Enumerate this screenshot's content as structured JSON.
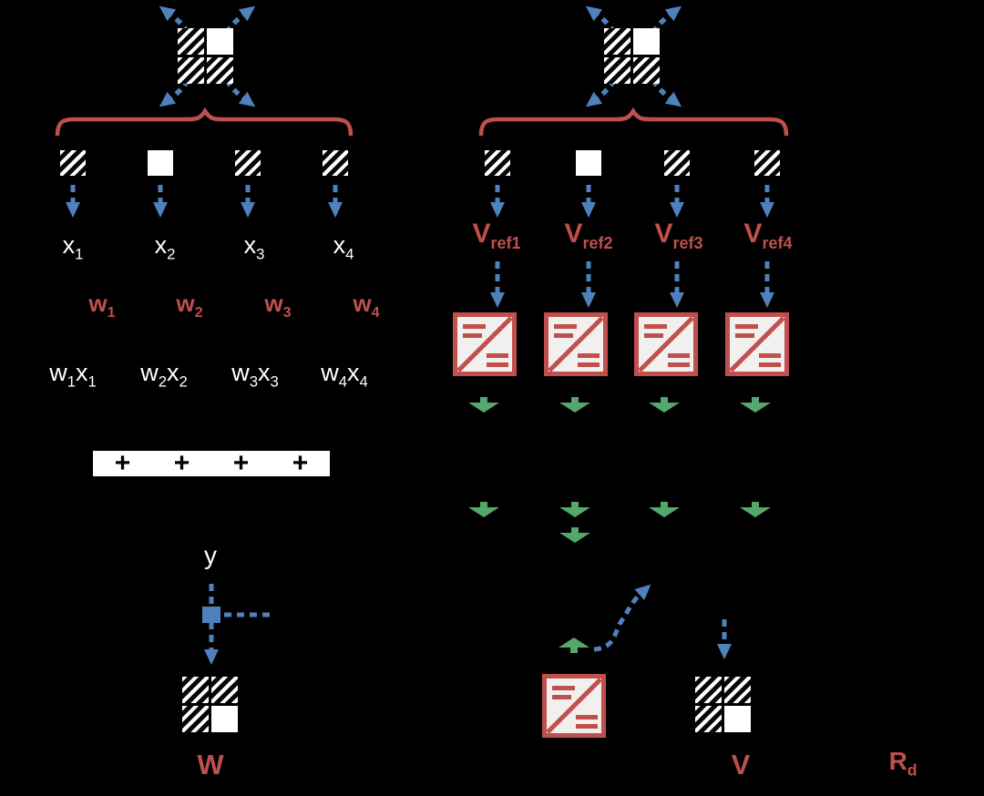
{
  "figure": {
    "colors": {
      "background": "#000000",
      "blue_arrow": "#4f81bd",
      "red_accent": "#c0504d",
      "green_arrow": "#55a86b",
      "sum_bar": "#ffffff",
      "converter_fill": "#f2f0ee"
    },
    "left_panel": {
      "unroll_grid": [
        [
          "hatch",
          "white"
        ],
        [
          "hatch",
          "hatch"
        ]
      ],
      "unrolled_cells": [
        "hatch",
        "white",
        "hatch",
        "hatch"
      ],
      "inputs": [
        {
          "base": "x",
          "sub": "1"
        },
        {
          "base": "x",
          "sub": "2"
        },
        {
          "base": "x",
          "sub": "3"
        },
        {
          "base": "x",
          "sub": "4"
        }
      ],
      "weights": [
        {
          "base": "w",
          "sub": "1"
        },
        {
          "base": "w",
          "sub": "2"
        },
        {
          "base": "w",
          "sub": "3"
        },
        {
          "base": "w",
          "sub": "4"
        }
      ],
      "products": [
        {
          "base1": "w",
          "sub1": "1",
          "base2": "x",
          "sub2": "1"
        },
        {
          "base1": "w",
          "sub1": "2",
          "base2": "x",
          "sub2": "2"
        },
        {
          "base1": "w",
          "sub1": "3",
          "base2": "x",
          "sub2": "3"
        },
        {
          "base1": "w",
          "sub1": "4",
          "base2": "x",
          "sub2": "4"
        }
      ],
      "plus": "+",
      "output": "y",
      "matrix": {
        "label": "W",
        "cells": [
          [
            "hatch",
            "hatch"
          ],
          [
            "hatch",
            "white"
          ]
        ]
      }
    },
    "right_panel": {
      "unroll_grid": [
        [
          "hatch",
          "white"
        ],
        [
          "hatch",
          "hatch"
        ]
      ],
      "unrolled_cells": [
        "hatch",
        "white",
        "hatch",
        "hatch"
      ],
      "refs": [
        {
          "base": "V",
          "sub": "ref1"
        },
        {
          "base": "V",
          "sub": "ref2"
        },
        {
          "base": "V",
          "sub": "ref3"
        },
        {
          "base": "V",
          "sub": "ref4"
        }
      ],
      "matrix": {
        "label": "V",
        "cells": [
          [
            "hatch",
            "hatch"
          ],
          [
            "hatch",
            "white"
          ]
        ]
      },
      "resistor": {
        "base": "R",
        "sub": "d"
      }
    }
  }
}
